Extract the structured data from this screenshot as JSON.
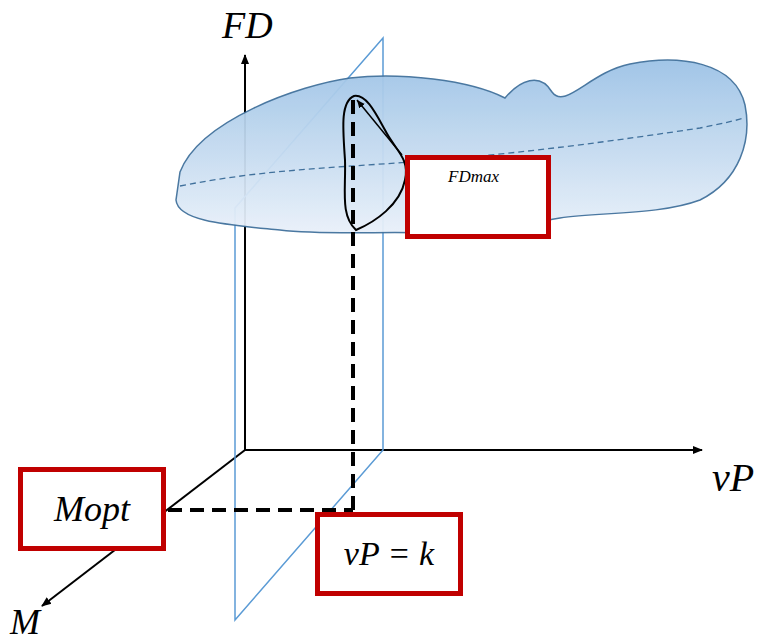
{
  "diagram": {
    "nodes": [
      {
        "text": [
          "FDmax"
        ]
      },
      {
        "text": [
          "Mopt"
        ]
      },
      {
        "text": [
          "vP = k"
        ]
      }
    ],
    "labels": [
      "FD",
      "vP",
      "M"
    ]
  }
}
